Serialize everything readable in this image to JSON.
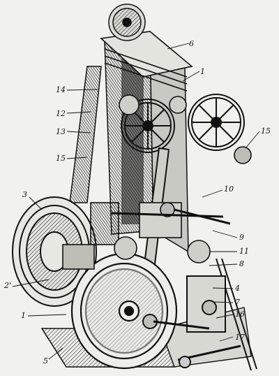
{
  "figure": {
    "type": "technical-illustration",
    "subject": "machine engraving with numbered callouts",
    "callouts": [
      "1",
      "1",
      "2",
      "3",
      "4",
      "5",
      "6",
      "7",
      "8",
      "9",
      "10",
      "11",
      "12",
      "13",
      "14",
      "15",
      "15",
      "16",
      "17"
    ]
  },
  "labels": {
    "l6": "6",
    "l1_top": "1",
    "l14": "14",
    "l12": "12",
    "l13": "13",
    "l15_left": "15",
    "l15_right": "15",
    "l3": "3",
    "l10": "10",
    "l9": "9",
    "l11": "11",
    "l8": "8",
    "l2": "2'",
    "l4": "4",
    "l7": "7",
    "l1_bottom": "1",
    "l16": "16",
    "l17": "17",
    "l5": "5"
  }
}
